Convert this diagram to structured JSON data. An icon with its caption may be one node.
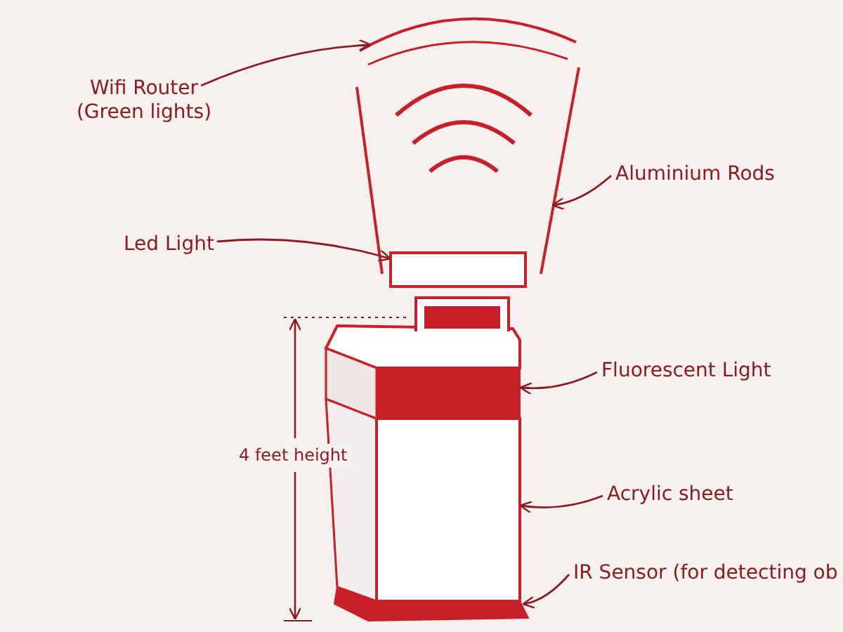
{
  "diagram": {
    "nodes": [
      {
        "text": [
          "Wifi Router (Green lights)"
        ]
      },
      {
        "text": [],
        "shape": "picture",
        "in": 3
      },
      {
        "text": [
          "Aluminium Rods"
        ]
      },
      {
        "text": [],
        "shape": "picture"
      },
      {
        "text": [
          "Led Light"
        ]
      },
      {
        "text": [],
        "shape": "box"
      },
      {
        "text": [
          "Fluorescent Light"
        ]
      },
      {
        "text": [],
        "shape": "bar",
        "in": 9
      },
      {
        "text": [
          "Acrylic sheet"
        ]
      },
      {
        "text": [],
        "shape": "box"
      },
      {
        "text": [
          "IR Sensor (for detecting ob"
        ]
      },
      {
        "text": [],
        "shape": "bar"
      }
    ],
    "edges": [
      {
        "from": 0,
        "to": 1,
        "arrow": "to"
      },
      {
        "from": 2,
        "to": 3,
        "arrow": "to"
      },
      {
        "from": 4,
        "to": 5,
        "arrow": "to"
      },
      {
        "from": 6,
        "to": 7,
        "arrow": "to"
      },
      {
        "from": 8,
        "to": 9,
        "arrow": "to"
      },
      {
        "from": 10,
        "to": 11,
        "arrow": "to"
      }
    ],
    "labels": [
      "4 feet height"
    ]
  }
}
